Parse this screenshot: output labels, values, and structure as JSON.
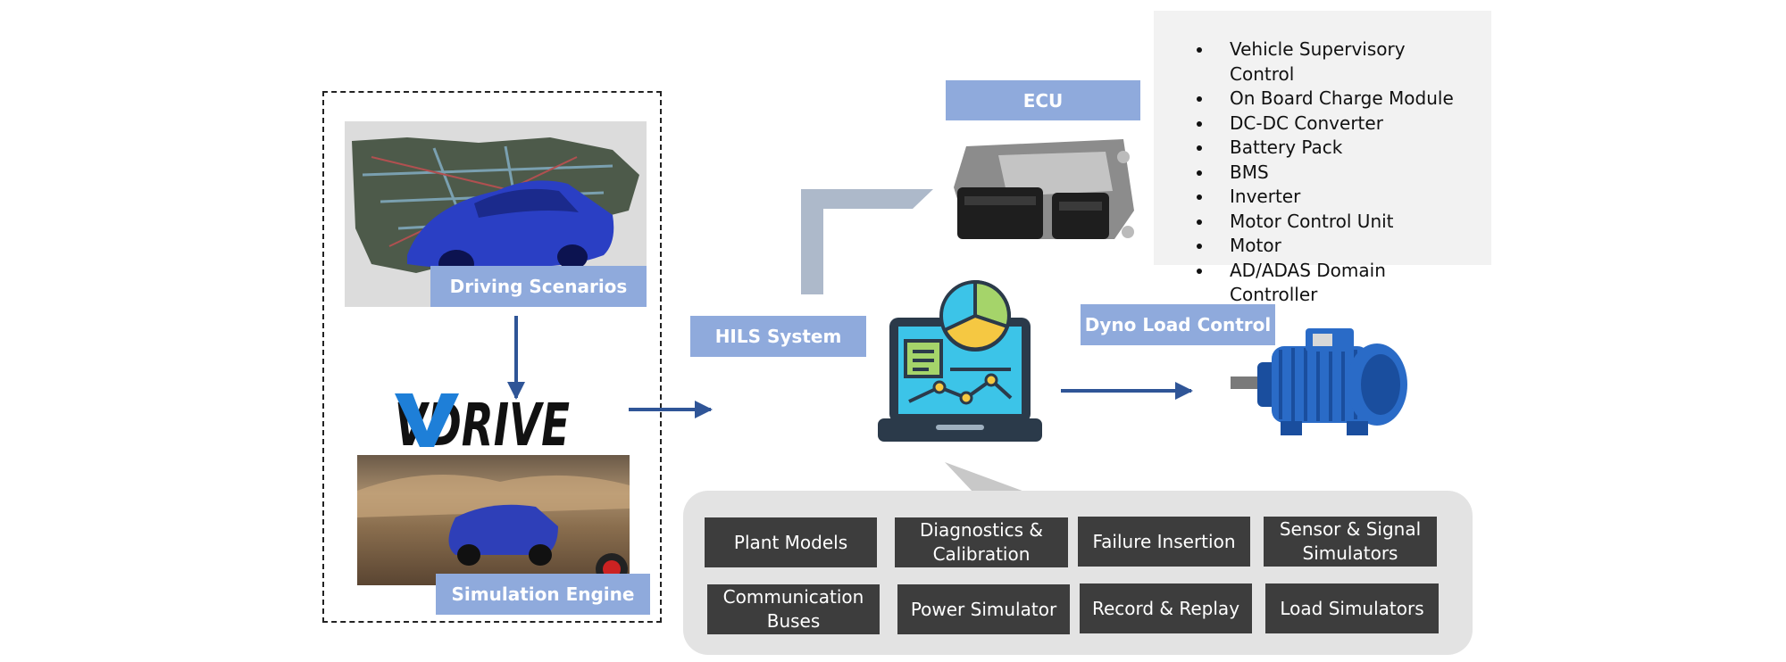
{
  "left_group": {
    "driving_scenarios_label": "Driving Scenarios",
    "simulation_engine_label": "Simulation Engine",
    "logo": {
      "text": "VDRIVE",
      "colors": {
        "blue": "#1e7fd8",
        "black": "#111111"
      }
    }
  },
  "hils_label": "HILS System",
  "ecu": {
    "label": "ECU",
    "items": [
      "Vehicle Supervisory Control",
      "On Board Charge Module",
      "DC-DC Converter",
      "Battery Pack",
      "BMS",
      "Inverter",
      "Motor Control Unit",
      "Motor",
      "AD/ADAS Domain Controller"
    ]
  },
  "dyno_label": "Dyno Load Control",
  "modules": {
    "plant_models": "Plant Models",
    "diag_1": "Diagnostics &",
    "diag_2": "Calibration",
    "failure_insertion": "Failure Insertion",
    "sensor_1": "Sensor & Signal",
    "sensor_2": "Simulators",
    "comm_1": "Communication",
    "comm_2": "Buses",
    "power_simulator": "Power Simulator",
    "record_replay": "Record & Replay",
    "load_simulators": "Load Simulators"
  },
  "colors": {
    "tag": "#8faadc",
    "arrow": "#2f5597",
    "module": "#3d3d3d",
    "connector": "#adb9ca"
  }
}
